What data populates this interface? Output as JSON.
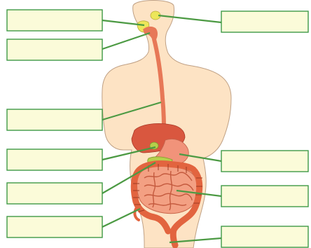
{
  "diagram": {
    "colors": {
      "body_fill": "#fde3c4",
      "body_stroke": "#bfa084",
      "box_fill": "#fbfbd9",
      "box_stroke": "#3f9a46",
      "leader_line": "#4c9a43",
      "esophagus": "#e77857",
      "liver": "#d9573f",
      "stomach": "#f1937a",
      "pancreas": "#b6cf4b",
      "small_intestine": "#f3a083",
      "large_intestine": "#e2643f",
      "salivary_gland": "#ece65a"
    },
    "label_boxes": [
      {
        "side": "left",
        "text": ""
      },
      {
        "side": "left",
        "text": ""
      },
      {
        "side": "left",
        "text": ""
      },
      {
        "side": "left",
        "text": ""
      },
      {
        "side": "left",
        "text": ""
      },
      {
        "side": "left",
        "text": ""
      },
      {
        "side": "right",
        "text": ""
      },
      {
        "side": "right",
        "text": ""
      },
      {
        "side": "right",
        "text": ""
      },
      {
        "side": "right",
        "text": ""
      }
    ]
  }
}
